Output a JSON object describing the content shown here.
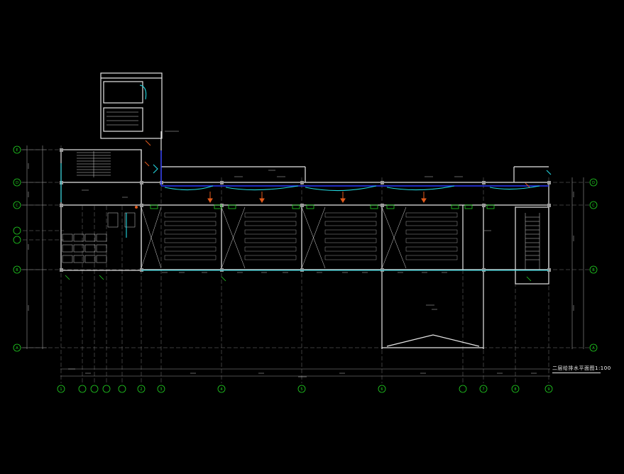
{
  "drawing": {
    "title": "二层给排水平面图",
    "scale": "1:100"
  },
  "grid_rows": [
    "E",
    "D",
    "C",
    "B",
    "A"
  ],
  "grid_cols": [
    "1",
    "2",
    "3",
    "4",
    "5",
    "6",
    "7",
    "8",
    "9"
  ],
  "colors": {
    "background": "#000000",
    "wall": "#e6e6e6",
    "grid_line": "#808080",
    "axis_bubble": "#21d421",
    "water_pipe": "#2c3bff",
    "drain_pipe": "#23d7e0",
    "fixture": "#e25a1c",
    "annotation": "#ffffff"
  }
}
